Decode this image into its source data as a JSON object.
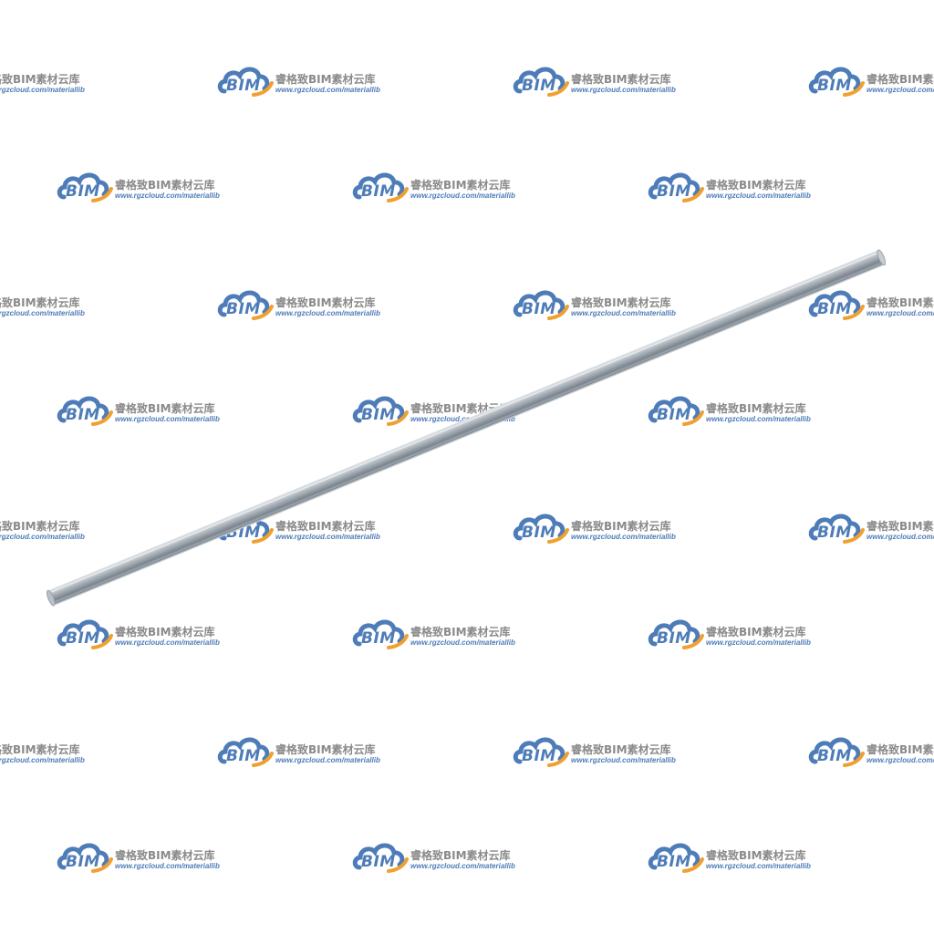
{
  "watermark": {
    "logo_text": "BIM",
    "brand_cn": "睿格致BIM素材云库",
    "url": "www.rgzcloud.com/materiallib",
    "colors": {
      "cloud_blue": "#4d7cb8",
      "swoosh_orange": "#f0a030",
      "text_gray": "#8a8a8a"
    },
    "icon": "cloud-logo-icon"
  },
  "object": {
    "name": "steel-rod",
    "colors": {
      "light": "#d8dde2",
      "mid": "#9aa3ab",
      "dark": "#5e6770"
    }
  }
}
